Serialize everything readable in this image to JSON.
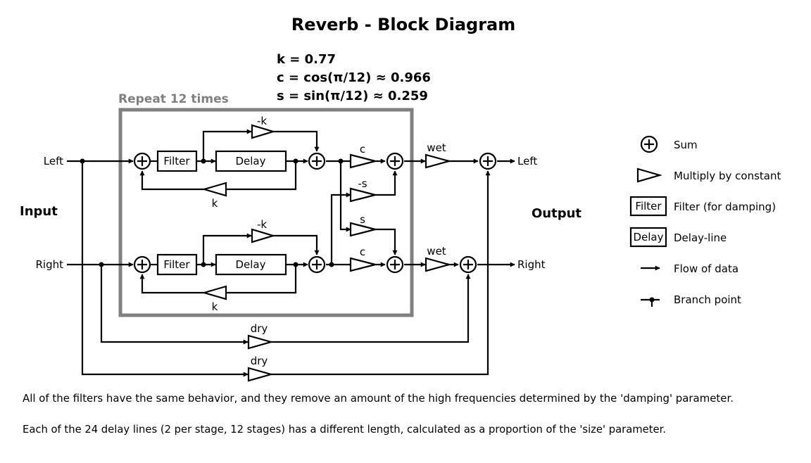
{
  "title": "Reverb - Block Diagram",
  "constants": [
    "k = 0.77",
    "c = cos(π/12) ≈ 0.966",
    "s = sin(π/12) ≈ 0.259"
  ],
  "repeat_label": "Repeat 12 times",
  "input_label": "Input",
  "output_label": "Output",
  "channels": {
    "left_in": "Left",
    "right_in": "Right",
    "left_out": "Left",
    "right_out": "Right"
  },
  "blocks": {
    "filter": "Filter",
    "delay": "Delay"
  },
  "gains": {
    "neg_k": "-k",
    "k": "k",
    "c": "c",
    "neg_s": "-s",
    "s": "s",
    "wet": "wet",
    "dry": "dry"
  },
  "legend": [
    {
      "icon": "sum-icon",
      "label": "Sum"
    },
    {
      "icon": "multiply-icon",
      "label": "Multiply by constant"
    },
    {
      "icon": "filter-box-icon",
      "label": "Filter (for damping)",
      "box_text": "Filter"
    },
    {
      "icon": "delay-box-icon",
      "label": "Delay-line",
      "box_text": "Delay"
    },
    {
      "icon": "arrow-icon",
      "label": "Flow of data"
    },
    {
      "icon": "branch-point-icon",
      "label": "Branch point"
    }
  ],
  "notes": [
    "All of the filters have the same behavior, and they remove an amount of the high frequencies determined by the 'damping' parameter.",
    "Each of the 24 delay lines (2 per stage, 12 stages) has a different length, calculated as a proportion of the 'size' parameter."
  ],
  "colors": {
    "line": "#000000",
    "repeat_frame": "#808080"
  }
}
